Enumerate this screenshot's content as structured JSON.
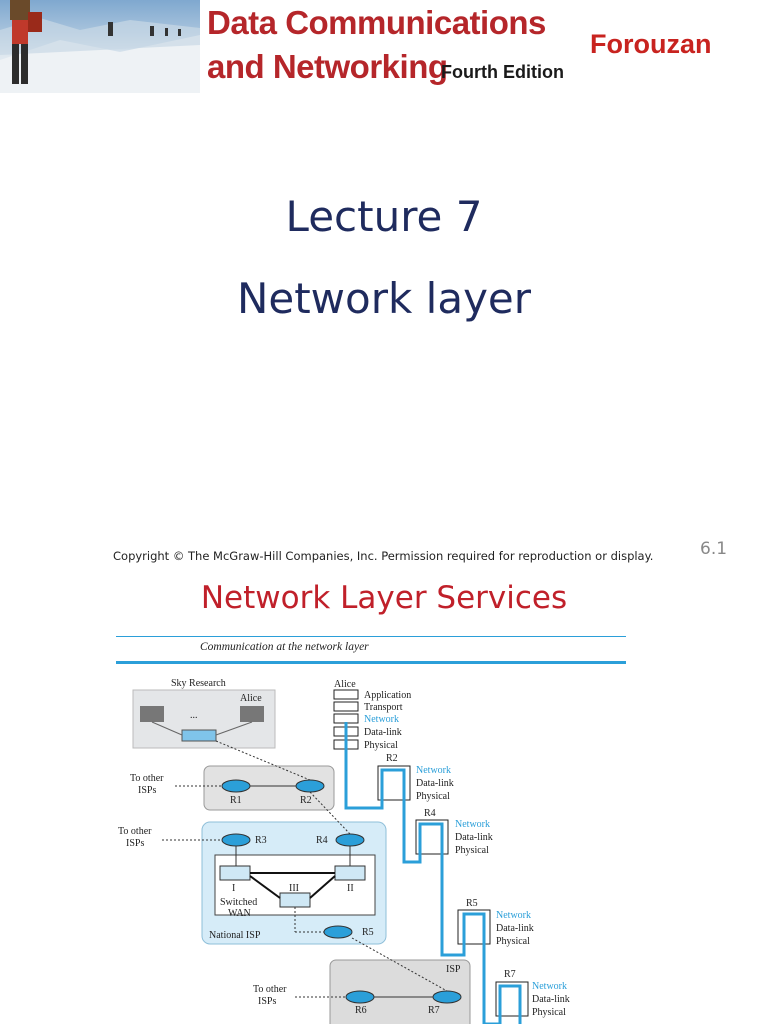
{
  "banner": {
    "title_line1": "Data Communications",
    "title_line2": "and Networking",
    "edition": "Fourth Edition",
    "author": "Forouzan"
  },
  "slide1": {
    "line1": "Lecture 7",
    "line2": "Network layer",
    "copyright": "Copyright © The McGraw-Hill Companies, Inc. Permission required for reproduction or display.",
    "page_number": "6.1"
  },
  "slide2": {
    "title": "Network Layer Services",
    "figure_caption": "Communication at the network layer",
    "labels": {
      "sky_research": "Sky Research",
      "alice": "Alice",
      "to_other_isps": "To other",
      "isps": "ISPs",
      "r1": "R1",
      "r2": "R2",
      "r3": "R3",
      "r4": "R4",
      "r5": "R5",
      "r6": "R6",
      "r7": "R7",
      "switch_1": "I",
      "switch_2": "II",
      "switch_3": "III",
      "switched": "Switched",
      "wan": "WAN",
      "national_isp": "National ISP",
      "isp": "ISP",
      "ellipsis": "..."
    },
    "stacks": {
      "alice": [
        "Application",
        "Transport",
        "Network",
        "Data-link",
        "Physical"
      ],
      "router": [
        "Network",
        "Data-link",
        "Physical"
      ]
    },
    "colors": {
      "highlight": "#2b9fd9",
      "title_red": "#c0202a",
      "navy": "#1f2b5e"
    }
  }
}
